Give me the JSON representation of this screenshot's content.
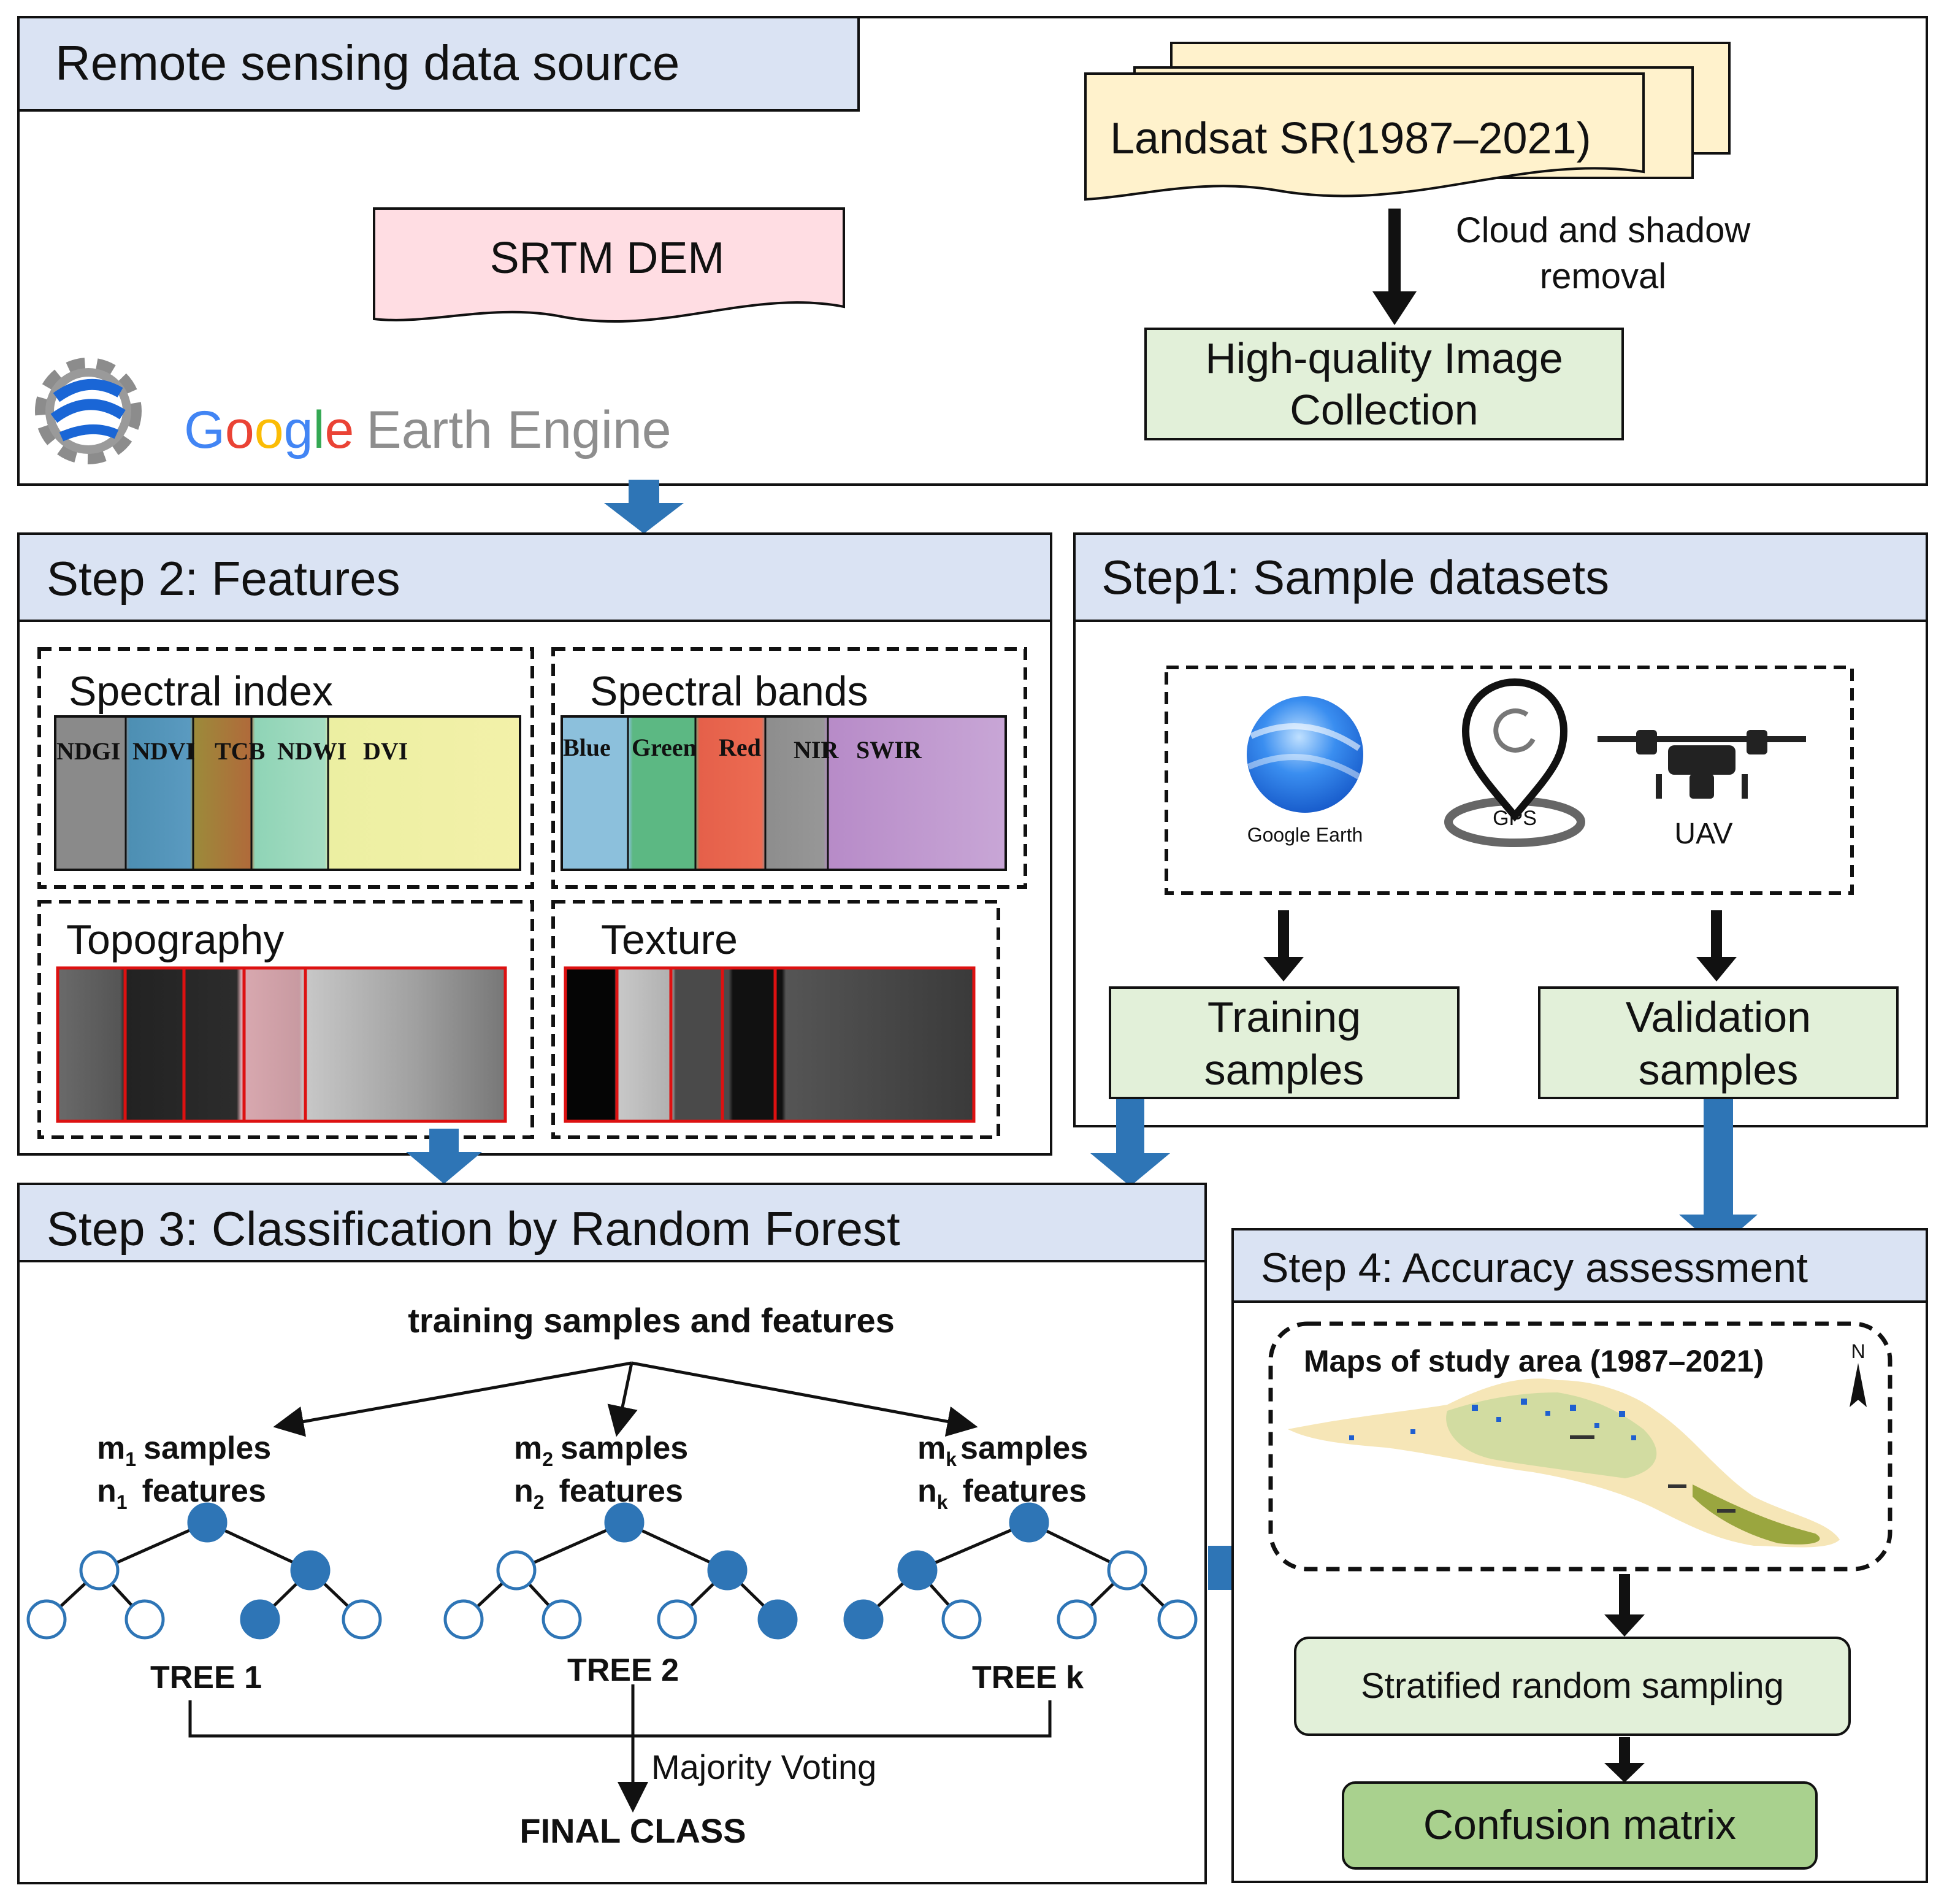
{
  "top": {
    "title": "Remote sensing data source",
    "landsat": "Landsat SR(1987–2021)",
    "cloud_line1": "Cloud and shadow",
    "cloud_line2": "removal",
    "hq_line1": "High-quality Image",
    "hq_line2": "Collection",
    "srtm": "SRTM DEM",
    "gee_letters": [
      "G",
      "o",
      "o",
      "g",
      "l",
      "e"
    ],
    "gee_rest": "Earth Engine"
  },
  "step2": {
    "title": "Step 2: Features",
    "spectral_index": "Spectral index",
    "index_labels": [
      "NDGI",
      "NDVI",
      "TCB",
      "NDWI",
      "DVI"
    ],
    "spectral_bands": "Spectral bands",
    "band_labels": [
      "Blue",
      "Green",
      "Red",
      "NIR",
      "SWIR"
    ],
    "topography": "Topography",
    "texture": "Texture"
  },
  "step1": {
    "title": "Step1: Sample datasets",
    "google_earth": "Google Earth",
    "gps": "GPS",
    "uav": "UAV",
    "training_line1": "Training",
    "training_line2": "samples",
    "validation_line1": "Validation",
    "validation_line2": "samples"
  },
  "step3": {
    "title": "Step 3: Classification by Random Forest",
    "root": "training samples and features",
    "trees": [
      {
        "m": "m",
        "sub": "1",
        "samples": "samples",
        "n": "n",
        "features": "features",
        "label": "TREE 1"
      },
      {
        "m": "m",
        "sub": "2",
        "samples": "samples",
        "n": "n",
        "features": "features",
        "label": "TREE 2"
      },
      {
        "m": "m",
        "sub": "k",
        "samples": "samples",
        "n": "n",
        "features": "features",
        "label": "TREE k"
      }
    ],
    "voting": "Majority Voting",
    "final": "FINAL CLASS"
  },
  "step4": {
    "title": "Step 4: Accuracy assessment",
    "maps": "Maps of study area (1987–2021)",
    "north": "N",
    "stratified": "Stratified random sampling",
    "confusion": "Confusion matrix"
  },
  "colors": {
    "header_blue": "#dae3f3",
    "landsat_yellow": "#fff2cc",
    "srtm_pink": "#ffdde3",
    "green_box": "#e2f0d9",
    "confusion_green": "#a9d18e",
    "arrow_blue": "#2e75b6",
    "node_blue": "#2e75b6"
  }
}
